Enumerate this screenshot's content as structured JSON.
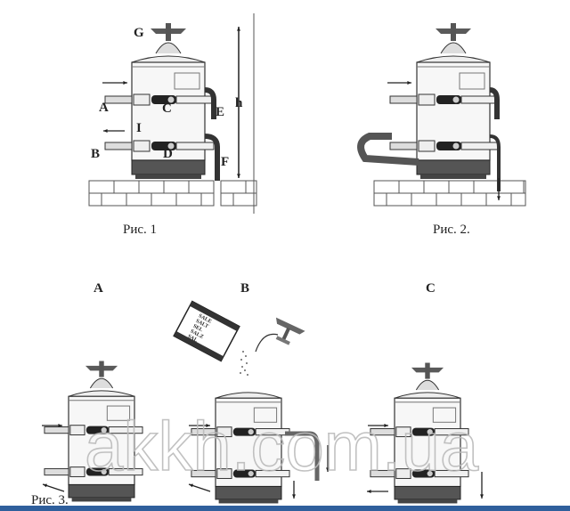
{
  "figure1": {
    "caption": "Рис. 1",
    "labels": {
      "G": "G",
      "A": "A",
      "C": "C",
      "E": "E",
      "h": "h",
      "I": "I",
      "B": "B",
      "D": "D",
      "F": "F"
    }
  },
  "figure2": {
    "caption": "Рис. 2."
  },
  "figure3": {
    "caption": "Рис. 3.",
    "panels": [
      "A",
      "B",
      "C"
    ],
    "salt_bag_text": [
      "SALE",
      "SALT",
      "SEL",
      "SALZ",
      "SAL"
    ]
  },
  "watermark": "akkh.com.ua",
  "colors": {
    "line": "#333333",
    "base": "#555555",
    "bar": "#2f5f9c"
  }
}
